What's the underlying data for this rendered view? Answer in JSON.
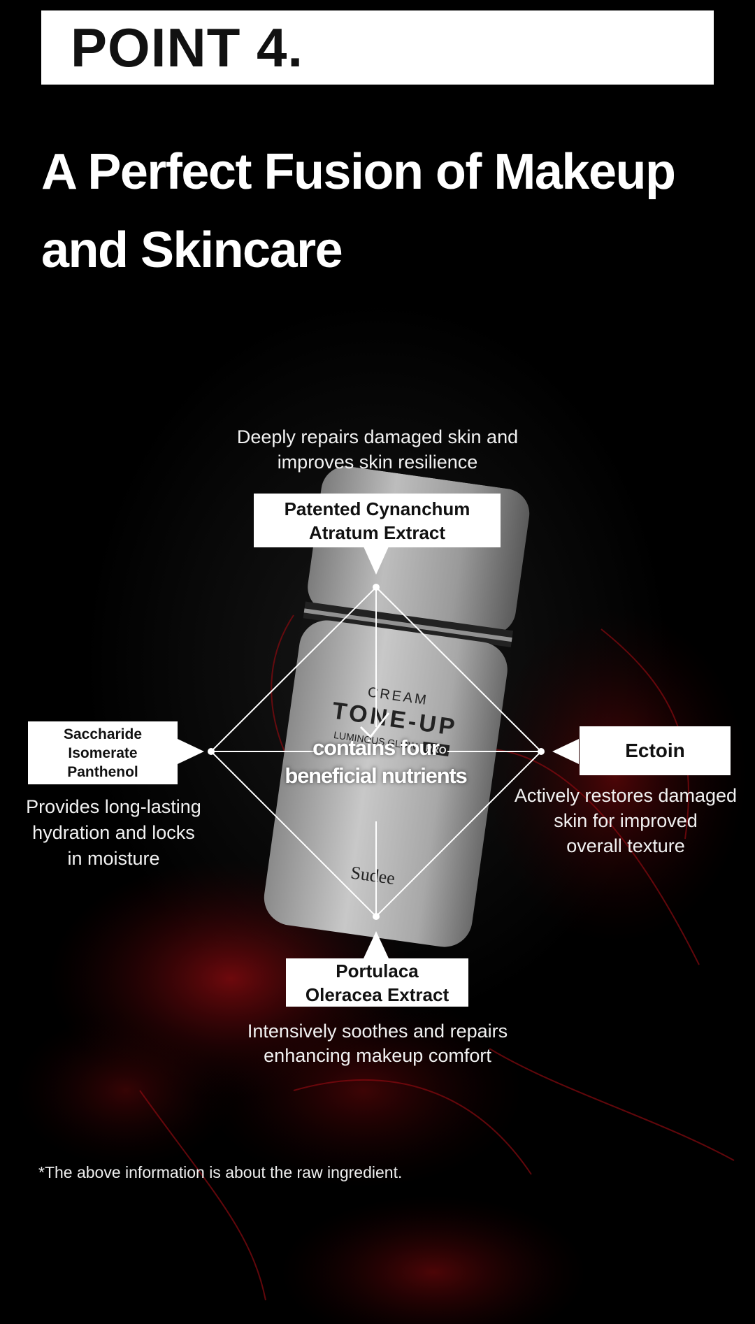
{
  "header": {
    "point_label": "POINT 4."
  },
  "headline": {
    "line1": "A Perfect Fusion of Makeup",
    "line2": "and Skincare"
  },
  "product": {
    "type_label": "CREAM",
    "name": "TONE-UP",
    "subname": "LUMINOUS GLOW",
    "badge": "PRO",
    "brand": "Sudee"
  },
  "center": {
    "line1": "contains four",
    "line2": "beneficial nutrients"
  },
  "ingredients": {
    "top": {
      "desc_line1": "Deeply repairs damaged skin and",
      "desc_line2": "improves skin resilience",
      "name_line1": "Patented Cynanchum",
      "name_line2": "Atratum Extract"
    },
    "left": {
      "name_line1": "Saccharide Isomerate",
      "name_line2": "Panthenol",
      "desc_line1": "Provides long-lasting",
      "desc_line2": "hydration and locks",
      "desc_line3": "in moisture"
    },
    "right": {
      "name": "Ectoin",
      "desc_line1": "Actively restores damaged",
      "desc_line2": "skin for improved",
      "desc_line3": "overall texture"
    },
    "bottom": {
      "name_line1": "Portulaca",
      "name_line2": "Oleracea Extract",
      "desc_line1": "Intensively soothes and repairs",
      "desc_line2": "enhancing makeup comfort"
    }
  },
  "footnote": "*The above information is about the raw ingredient.",
  "colors": {
    "background": "#000000",
    "accent_red": "#8a0a10",
    "box": "#ffffff",
    "text": "#ffffff"
  }
}
